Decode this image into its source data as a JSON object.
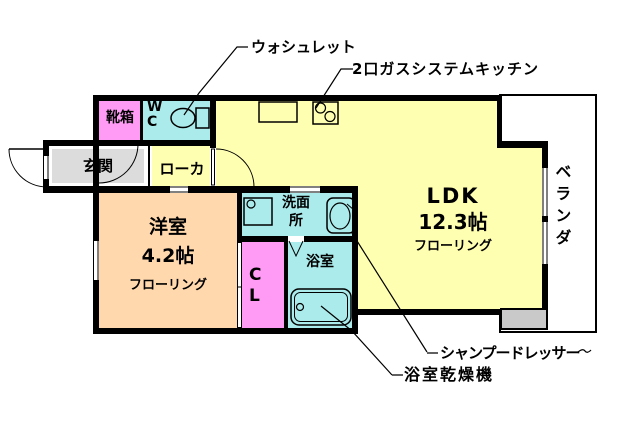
{
  "callouts": {
    "washlet": "ウォシュレット",
    "gas_kitchen": "2口ガスシステムキッチン",
    "shampoo_dresser": "シャンプードレッサー",
    "bathroom_dryer": "浴室乾燥機"
  },
  "rooms": {
    "entrance": {
      "label": "玄関"
    },
    "shoe_box": {
      "label": "靴箱"
    },
    "toilet": {
      "label": "W\nC"
    },
    "hallway": {
      "label": "ローカ"
    },
    "western_room": {
      "name": "洋室",
      "size": "4.2帖",
      "flooring": "フローリング"
    },
    "closet": {
      "label": "C\nL"
    },
    "washroom": {
      "label": "洗面\n所"
    },
    "bathroom": {
      "label": "浴室"
    },
    "ldk": {
      "name": "LDK",
      "size": "12.3帖",
      "flooring": "フローリング"
    },
    "veranda": {
      "label": "ベランダ"
    }
  },
  "colors": {
    "room_yellow": "#FFFFB2",
    "room_cyan": "#ABEBEB",
    "room_pink": "#FF9AF5",
    "room_peach": "#FFD8AD",
    "room_gray": "#DCDCDC",
    "column_gray": "#C9C9C9",
    "wall": "#000000",
    "background": "#FFFFFF"
  }
}
